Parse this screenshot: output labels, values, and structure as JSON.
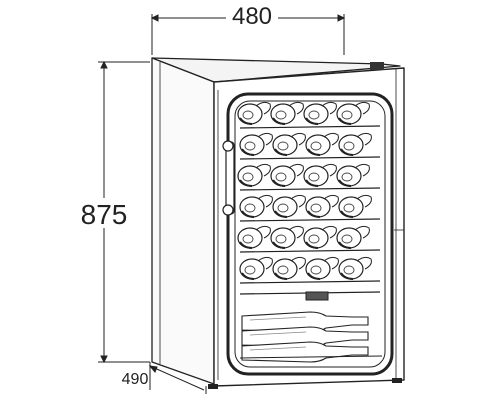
{
  "dimensions": {
    "width": "480",
    "height": "875",
    "depth": "490"
  },
  "bottles": {
    "rows": 6,
    "per_row": 4,
    "loose_bottom_bottles": 3
  },
  "watermark": "",
  "colors": {
    "stroke": "#222222",
    "background": "#ffffff"
  }
}
